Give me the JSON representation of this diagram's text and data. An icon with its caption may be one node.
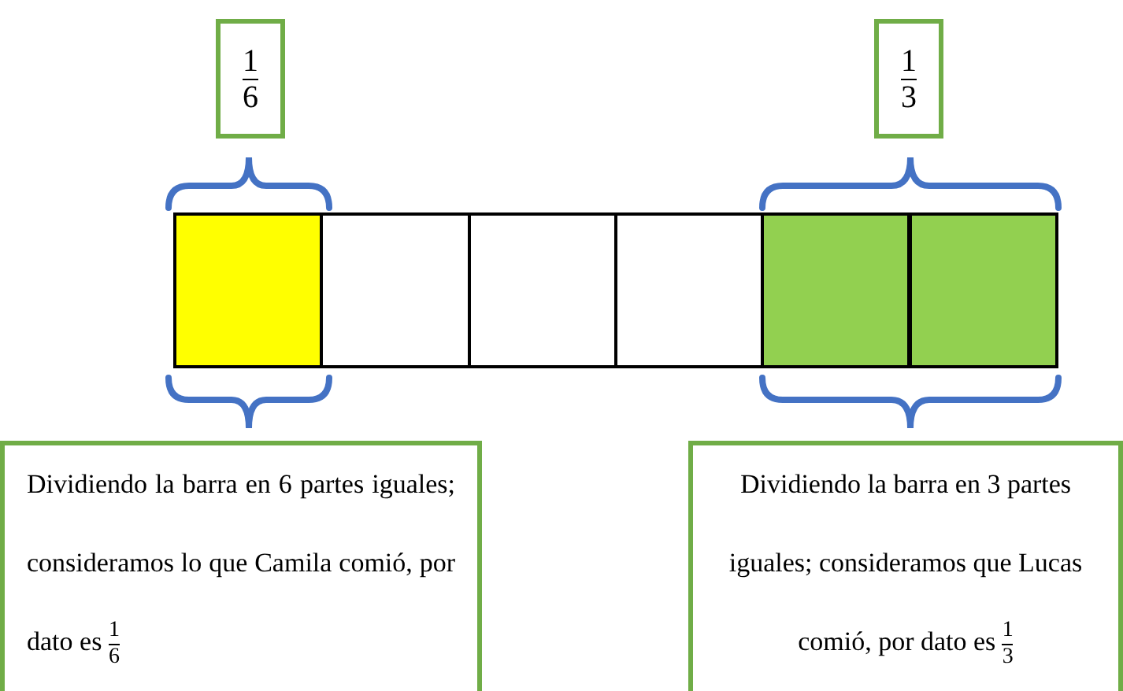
{
  "diagram": {
    "nodes": [
      {
        "text": [
          "1",
          "6"
        ]
      },
      {
        "text": [
          "1",
          "3"
        ]
      },
      {
        "text": [],
        "shape": "box"
      },
      {
        "text": [],
        "shape": "box"
      },
      {
        "text": [],
        "shape": "box"
      },
      {
        "text": [],
        "shape": "box"
      },
      {
        "text": [],
        "shape": "box"
      },
      {
        "text": [],
        "shape": "box"
      },
      {
        "text": [
          "Dividiendo la barra en 6 partes iguales; consideramos lo que Camila comió, por dato es",
          "1",
          "6"
        ]
      },
      {
        "text": [
          "Dividiendo la barra en 3 partes iguales; consideramos que Lucas comió, por dato es",
          "1",
          "3"
        ]
      }
    ],
    "edges": []
  }
}
